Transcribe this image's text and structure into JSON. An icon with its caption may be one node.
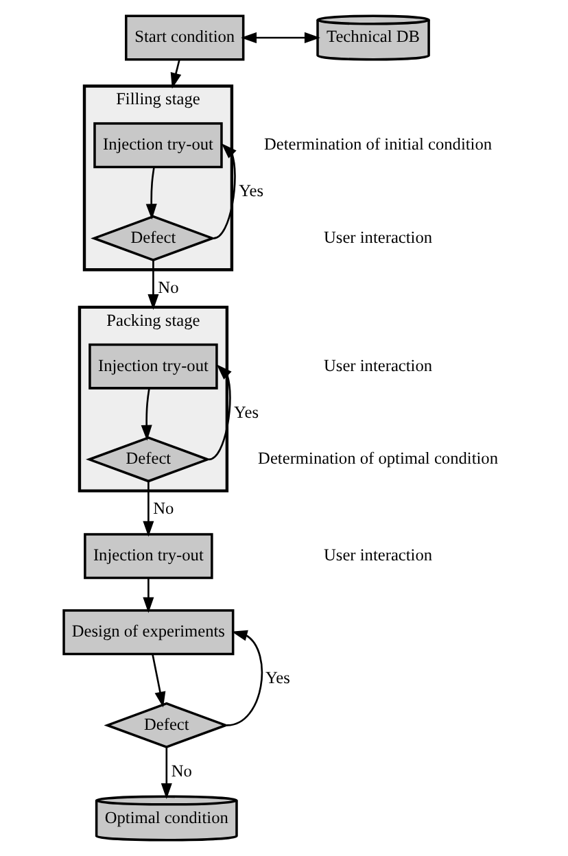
{
  "diagram": {
    "nodes": [
      {
        "text": [
          "Start condition"
        ]
      },
      {
        "text": [
          "Technical DB"
        ]
      },
      {
        "text": [
          "Filling stage"
        ]
      },
      {
        "text": [
          "Injection try-out"
        ],
        "in": 2
      },
      {
        "text": [
          "Defect"
        ],
        "in": 2
      },
      {
        "text": [
          "Packing stage"
        ]
      },
      {
        "text": [
          "Injection try-out"
        ],
        "in": 5
      },
      {
        "text": [
          "Defect"
        ],
        "in": 5
      },
      {
        "text": [
          "Injection try-out"
        ]
      },
      {
        "text": [
          "Design of experiments"
        ]
      },
      {
        "text": [
          "Defect"
        ]
      },
      {
        "text": [
          "Optimal condition"
        ]
      }
    ],
    "edges": [
      {
        "from": 0,
        "to": 1,
        "arrow": "both"
      },
      {
        "from": 0,
        "to": 2,
        "arrow": "to"
      },
      {
        "from": 3,
        "to": 4,
        "arrow": "to"
      },
      {
        "from": 4,
        "to": 3,
        "arrow": "to",
        "label": "Yes"
      },
      {
        "from": 4,
        "to": 5,
        "arrow": "to",
        "label": "No"
      },
      {
        "from": 6,
        "to": 7,
        "arrow": "to"
      },
      {
        "from": 7,
        "to": 6,
        "arrow": "to",
        "label": "Yes"
      },
      {
        "from": 7,
        "to": 8,
        "arrow": "to",
        "label": "No"
      },
      {
        "from": 8,
        "to": 9,
        "arrow": "to"
      },
      {
        "from": 9,
        "to": 10,
        "arrow": "to"
      },
      {
        "from": 10,
        "to": 9,
        "arrow": "to",
        "label": "Yes"
      },
      {
        "from": 10,
        "to": 11,
        "arrow": "to",
        "label": "No"
      }
    ],
    "labels": [
      "Determination of initial condition",
      "User interaction",
      "User interaction",
      "Determination of optimal condition",
      "User interaction"
    ]
  }
}
